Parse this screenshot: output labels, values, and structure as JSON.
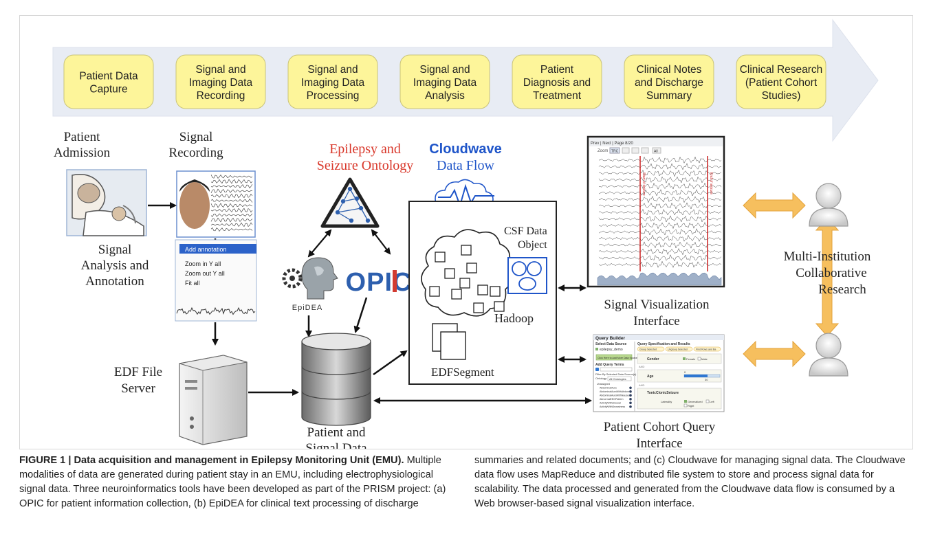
{
  "stages": [
    [
      "Patient Data",
      "Capture"
    ],
    [
      "Signal and",
      "Imaging Data",
      "Recording"
    ],
    [
      "Signal and",
      "Imaging Data",
      "Processing"
    ],
    [
      "Signal and",
      "Imaging Data",
      "Analysis"
    ],
    [
      "Patient",
      "Diagnosis and",
      "Treatment"
    ],
    [
      "Clinical Notes",
      "and Discharge",
      "Summary"
    ],
    [
      "Clinical Research",
      "(Patient Cohort",
      "Studies)"
    ]
  ],
  "labels": {
    "patient_admission": [
      "Patient",
      "Admission"
    ],
    "signal_recording": [
      "Signal",
      "Recording"
    ],
    "signal_analysis": [
      "Signal",
      "Analysis and",
      "Annotation"
    ],
    "edf_server": [
      "EDF File",
      "Server"
    ],
    "ontology": [
      "Epilepsy and",
      "Seizure Ontology"
    ],
    "cloudwave_title": [
      "Cloudwave",
      "Data Flow"
    ],
    "csf": [
      "CSF Data",
      "Object"
    ],
    "hadoop": "Hadoop",
    "edf_segment": "EDFSegment",
    "epidea": "EpiDEA",
    "opic": "OPIC",
    "patient_signal_data": [
      "Patient and",
      "Signal Data"
    ],
    "signal_vis": [
      "Signal Visualization",
      "Interface"
    ],
    "cohort_query": [
      "Patient Cohort Query",
      "Interface"
    ],
    "multi_inst": [
      "Multi-Institution",
      "Collaborative",
      "Research"
    ]
  },
  "context_menu": [
    "Add annotation",
    "Zoom in Y all",
    "Zoom out Y all",
    "Fit all"
  ],
  "query_builder": {
    "title": "Query Builder",
    "left_header": "Select Data Source",
    "right_header": "Query Specification and Results",
    "source": "epilepsy_demo",
    "add_source_btn": "Click Here to Add More Data Sources",
    "add_query_terms": "Add Query Terms",
    "filter": "Filter By Selected Data Source(s)",
    "ontology_label": "Ontology:",
    "ontology_value": "All Ontologies",
    "term_buttons": [
      "Group Selected",
      "Ungroup Selected",
      "Find Rows and Ba"
    ],
    "terms": [
      "Unassigned",
      "AbdominalAura",
      "AbdominalAuraWithAbdom",
      "AbdominalAuraWithNausea",
      "AbnormalEEGPattern",
      "ActivityWithArousal",
      "ActivityWithDrowsiness"
    ],
    "criteria": [
      "Gender",
      "Age",
      "TonicClonicSeizure"
    ],
    "and_labels": [
      "AND",
      "AND"
    ],
    "gender_options": [
      "Female",
      "Male"
    ],
    "age_range": [
      "0",
      "30"
    ],
    "laterality_label": "Laterality",
    "laterality_options": [
      "Generalized",
      "Left",
      "Right"
    ]
  },
  "signal_viewer": {
    "toolbar": "Prev | Next | Page 8/20",
    "zoom_label": "Zoom",
    "zoom_value": "TRC",
    "toolbar_button": "All",
    "event_labels": [
      "Start of seizure",
      "End of seizure"
    ],
    "channel_count": 17
  },
  "colors": {
    "arrow_fill": "#e8ecf4",
    "stage_fill": "#fdf59a",
    "stage_border": "#c9c37a",
    "ontology_red": "#d9382b",
    "cloudwave_blue": "#1f55c9",
    "opic_blue": "#2d5fae",
    "opic_red": "#d23b31",
    "collab_arrow": "#f6bf5e"
  },
  "caption": {
    "heading": "FIGURE 1 | Data acquisition and management in Epilepsy Monitoring Unit (EMU).",
    "left": "Multiple modalities of data are generated during patient stay in an EMU, including electrophysiological signal data. Three neuroinformatics tools have been developed as part of the PRISM project: (a) OPIC for patient information collection, (b) EpiDEA for clinical text processing of discharge",
    "right": "summaries and related documents; and (c) Cloudwave for managing signal data. The Cloudwave data flow uses MapReduce and distributed file system to store and process signal data for scalability. The data processed and generated from the Cloudwave data flow is consumed by a Web browser-based signal visualization interface."
  }
}
